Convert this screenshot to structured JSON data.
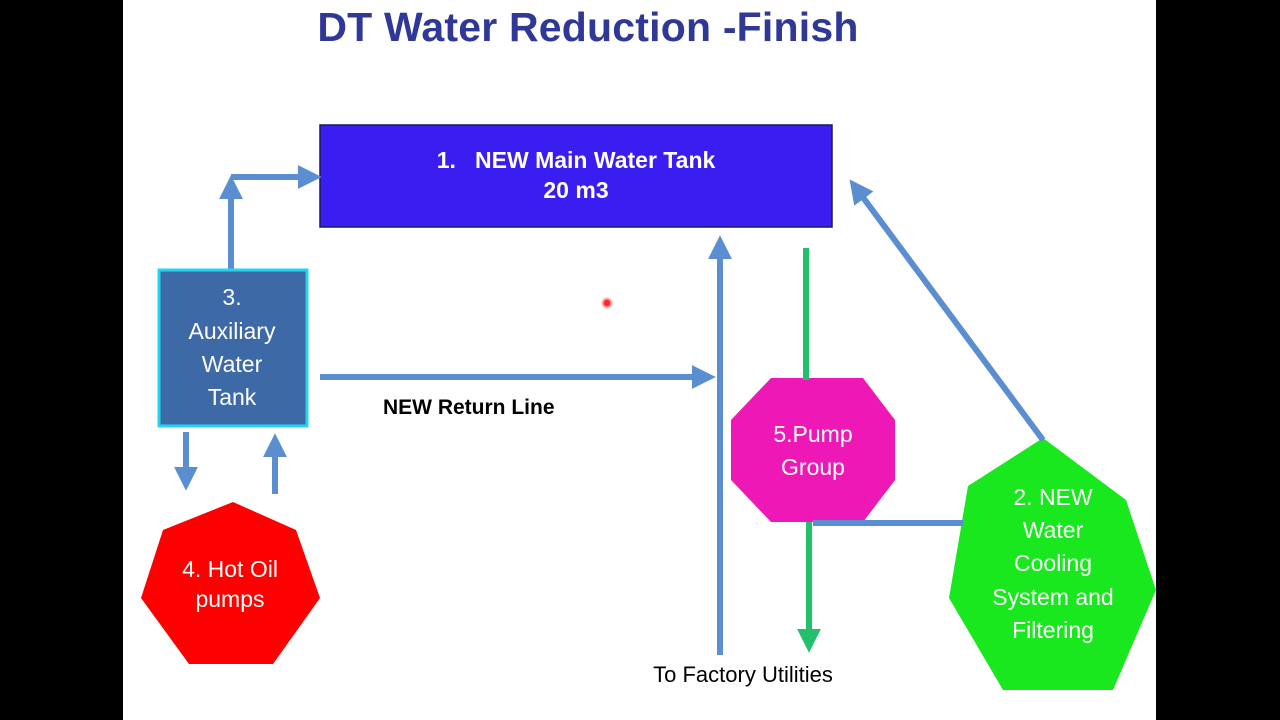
{
  "title": "DT Water Reduction -Finish",
  "colors": {
    "title": "#2f3797",
    "main_tank": "#3a1df0",
    "aux_tank": "#3d6aa6",
    "aux_border": "#22d4f0",
    "hot_oil": "#ff0000",
    "pump": "#ee18b6",
    "cooling": "#19e81f",
    "arrow_blue": "#5a8ed0",
    "arrow_green": "#22c06a"
  },
  "nodes": {
    "main_tank": {
      "line1": "1.   NEW Main Water Tank",
      "line2": "20 m3"
    },
    "aux_tank": {
      "line1": "3.",
      "line2": "Auxiliary",
      "line3": "Water",
      "line4": "Tank"
    },
    "hot_oil": {
      "line1": "4. Hot Oil",
      "line2": "pumps"
    },
    "pump": {
      "line1": "5.Pump",
      "line2": "Group"
    },
    "cooling": {
      "line1": "2. NEW",
      "line2": "Water",
      "line3": "Cooling",
      "line4": "System and",
      "line5": "Filtering"
    }
  },
  "labels": {
    "return_line": "NEW Return Line",
    "to_factory": "To Factory Utilities"
  }
}
